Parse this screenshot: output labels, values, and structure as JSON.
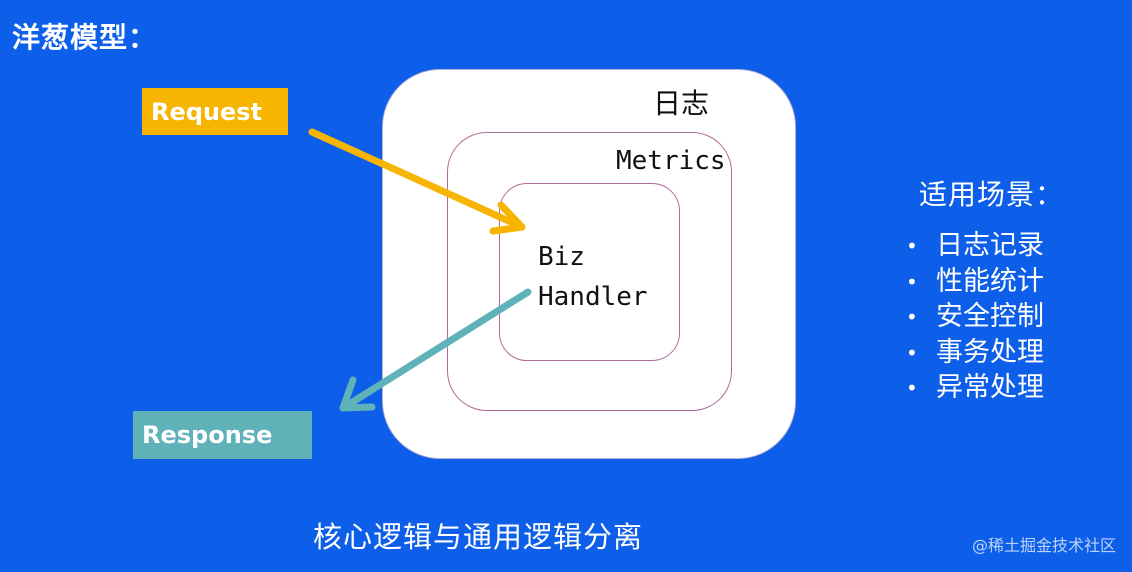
{
  "title": "洋葱模型：",
  "layers": {
    "outer": "日志",
    "middle": "Metrics",
    "inner_line1": "Biz",
    "inner_line2": "Handler"
  },
  "request_label": "Request",
  "response_label": "Response",
  "usage": {
    "heading": "适用场景：",
    "items": [
      "日志记录",
      "性能统计",
      "安全控制",
      "事务处理",
      "异常处理"
    ]
  },
  "caption": "核心逻辑与通用逻辑分离",
  "watermark": "@稀土掘金技术社区",
  "colors": {
    "background": "#0d5ee8",
    "request": "#f7b400",
    "response": "#5fb3b8",
    "ring_border": "#b06a98"
  }
}
